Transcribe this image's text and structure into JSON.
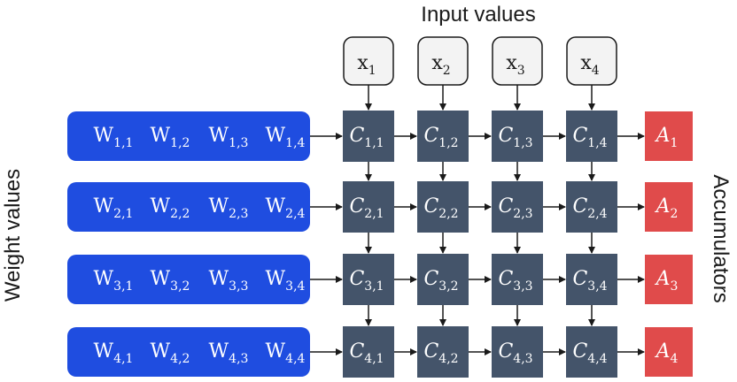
{
  "labels": {
    "top": "Input values",
    "left": "Weight values",
    "right": "Accumulators"
  },
  "inputs": [
    {
      "base": "x",
      "sub": "1"
    },
    {
      "base": "x",
      "sub": "2"
    },
    {
      "base": "x",
      "sub": "3"
    },
    {
      "base": "x",
      "sub": "4"
    }
  ],
  "weight_rows": [
    [
      {
        "base": "W",
        "sub": "1,1"
      },
      {
        "base": "W",
        "sub": "1,2"
      },
      {
        "base": "W",
        "sub": "1,3"
      },
      {
        "base": "W",
        "sub": "1,4"
      }
    ],
    [
      {
        "base": "W",
        "sub": "2,1"
      },
      {
        "base": "W",
        "sub": "2,2"
      },
      {
        "base": "W",
        "sub": "2,3"
      },
      {
        "base": "W",
        "sub": "2,4"
      }
    ],
    [
      {
        "base": "W",
        "sub": "3,1"
      },
      {
        "base": "W",
        "sub": "3,2"
      },
      {
        "base": "W",
        "sub": "3,3"
      },
      {
        "base": "W",
        "sub": "3,4"
      }
    ],
    [
      {
        "base": "W",
        "sub": "4,1"
      },
      {
        "base": "W",
        "sub": "4,2"
      },
      {
        "base": "W",
        "sub": "4,3"
      },
      {
        "base": "W",
        "sub": "4,4"
      }
    ]
  ],
  "cells": [
    [
      {
        "base": "C",
        "sub": "1,1"
      },
      {
        "base": "C",
        "sub": "1,2"
      },
      {
        "base": "C",
        "sub": "1,3"
      },
      {
        "base": "C",
        "sub": "1,4"
      }
    ],
    [
      {
        "base": "C",
        "sub": "2,1"
      },
      {
        "base": "C",
        "sub": "2,2"
      },
      {
        "base": "C",
        "sub": "2,3"
      },
      {
        "base": "C",
        "sub": "2,4"
      }
    ],
    [
      {
        "base": "C",
        "sub": "3,1"
      },
      {
        "base": "C",
        "sub": "3,2"
      },
      {
        "base": "C",
        "sub": "3,3"
      },
      {
        "base": "C",
        "sub": "3,4"
      }
    ],
    [
      {
        "base": "C",
        "sub": "4,1"
      },
      {
        "base": "C",
        "sub": "4,2"
      },
      {
        "base": "C",
        "sub": "4,3"
      },
      {
        "base": "C",
        "sub": "4,4"
      }
    ]
  ],
  "accumulators": [
    {
      "base": "A",
      "sub": "1"
    },
    {
      "base": "A",
      "sub": "2"
    },
    {
      "base": "A",
      "sub": "3"
    },
    {
      "base": "A",
      "sub": "4"
    }
  ],
  "colors": {
    "weight_bar": "#1f4de0",
    "cell": "#44546a",
    "accumulator": "#e04b4b",
    "input_fill": "#f3f3f3",
    "input_stroke": "#1a1a1a",
    "arrow": "#1a1a1a"
  }
}
